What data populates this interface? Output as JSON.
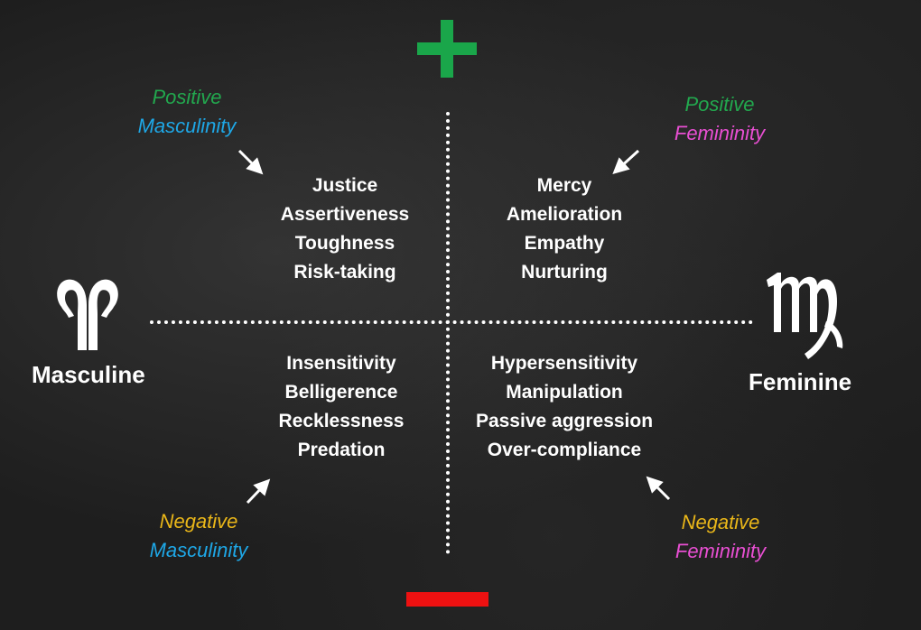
{
  "axis": {
    "top_symbol": "+",
    "bottom_symbol": "−",
    "left_label": "Masculine",
    "right_label": "Feminine",
    "colors": {
      "plus": "#1aa64a",
      "minus": "#ee1111",
      "lines": "#ffffff"
    }
  },
  "symbols": {
    "left": "aries-icon",
    "right": "virgo-icon"
  },
  "quadrants": {
    "positive_masculinity": {
      "caption": [
        "Positive",
        "Masculinity"
      ],
      "traits": [
        "Justice",
        "Assertiveness",
        "Toughness",
        "Risk-taking"
      ]
    },
    "positive_femininity": {
      "caption": [
        "Positive",
        "Femininity"
      ],
      "traits": [
        "Mercy",
        "Amelioration",
        "Empathy",
        "Nurturing"
      ]
    },
    "negative_masculinity": {
      "caption": [
        "Negative",
        "Masculinity"
      ],
      "traits": [
        "Insensitivity",
        "Belligerence",
        "Recklessness",
        "Predation"
      ]
    },
    "negative_femininity": {
      "caption": [
        "Negative",
        "Femininity"
      ],
      "traits": [
        "Hypersensitivity",
        "Manipulation",
        "Passive aggression",
        "Over-compliance"
      ]
    }
  },
  "caption_colors": {
    "positive": "#22a84e",
    "negative": "#e9b619",
    "masculinity": "#1ea7e6",
    "femininity": "#e94fd3"
  }
}
